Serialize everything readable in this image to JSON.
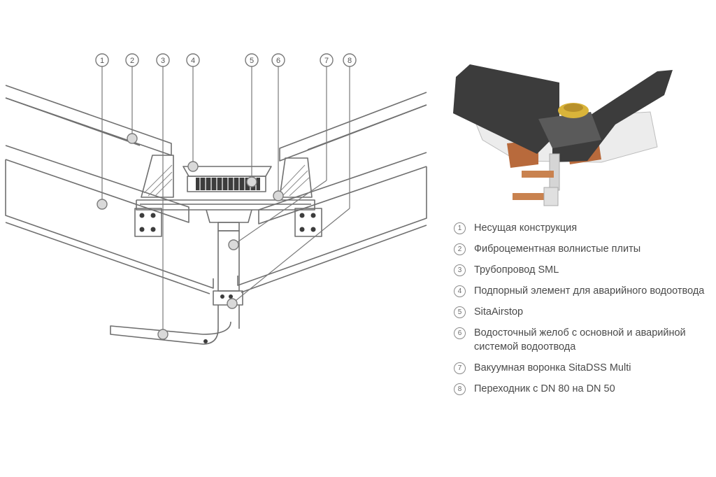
{
  "markers": [
    {
      "n": "1",
      "text": "Несущая конструкция"
    },
    {
      "n": "2",
      "text": "Фиброцементная волнистые плиты"
    },
    {
      "n": "3",
      "text": "Трубопровод SML"
    },
    {
      "n": "4",
      "text": "Подпорный элемент для аварийного водоотвода"
    },
    {
      "n": "5",
      "text": "SitaAirstop"
    },
    {
      "n": "6",
      "text": "Водосточный желоб с основной и аварийной системой водоотвода"
    },
    {
      "n": "7",
      "text": "Вакуумная воронка SitaDSS Multi"
    },
    {
      "n": "8",
      "text": "Переходник с DN 80 на DN 50"
    }
  ],
  "colors": {
    "line": "#6f6f6f",
    "marker_fill": "#d9d9d9",
    "roof_dark": "#3c3c3c",
    "funnel_yellow": "#d9b43a",
    "copper": "#b86a3c"
  }
}
